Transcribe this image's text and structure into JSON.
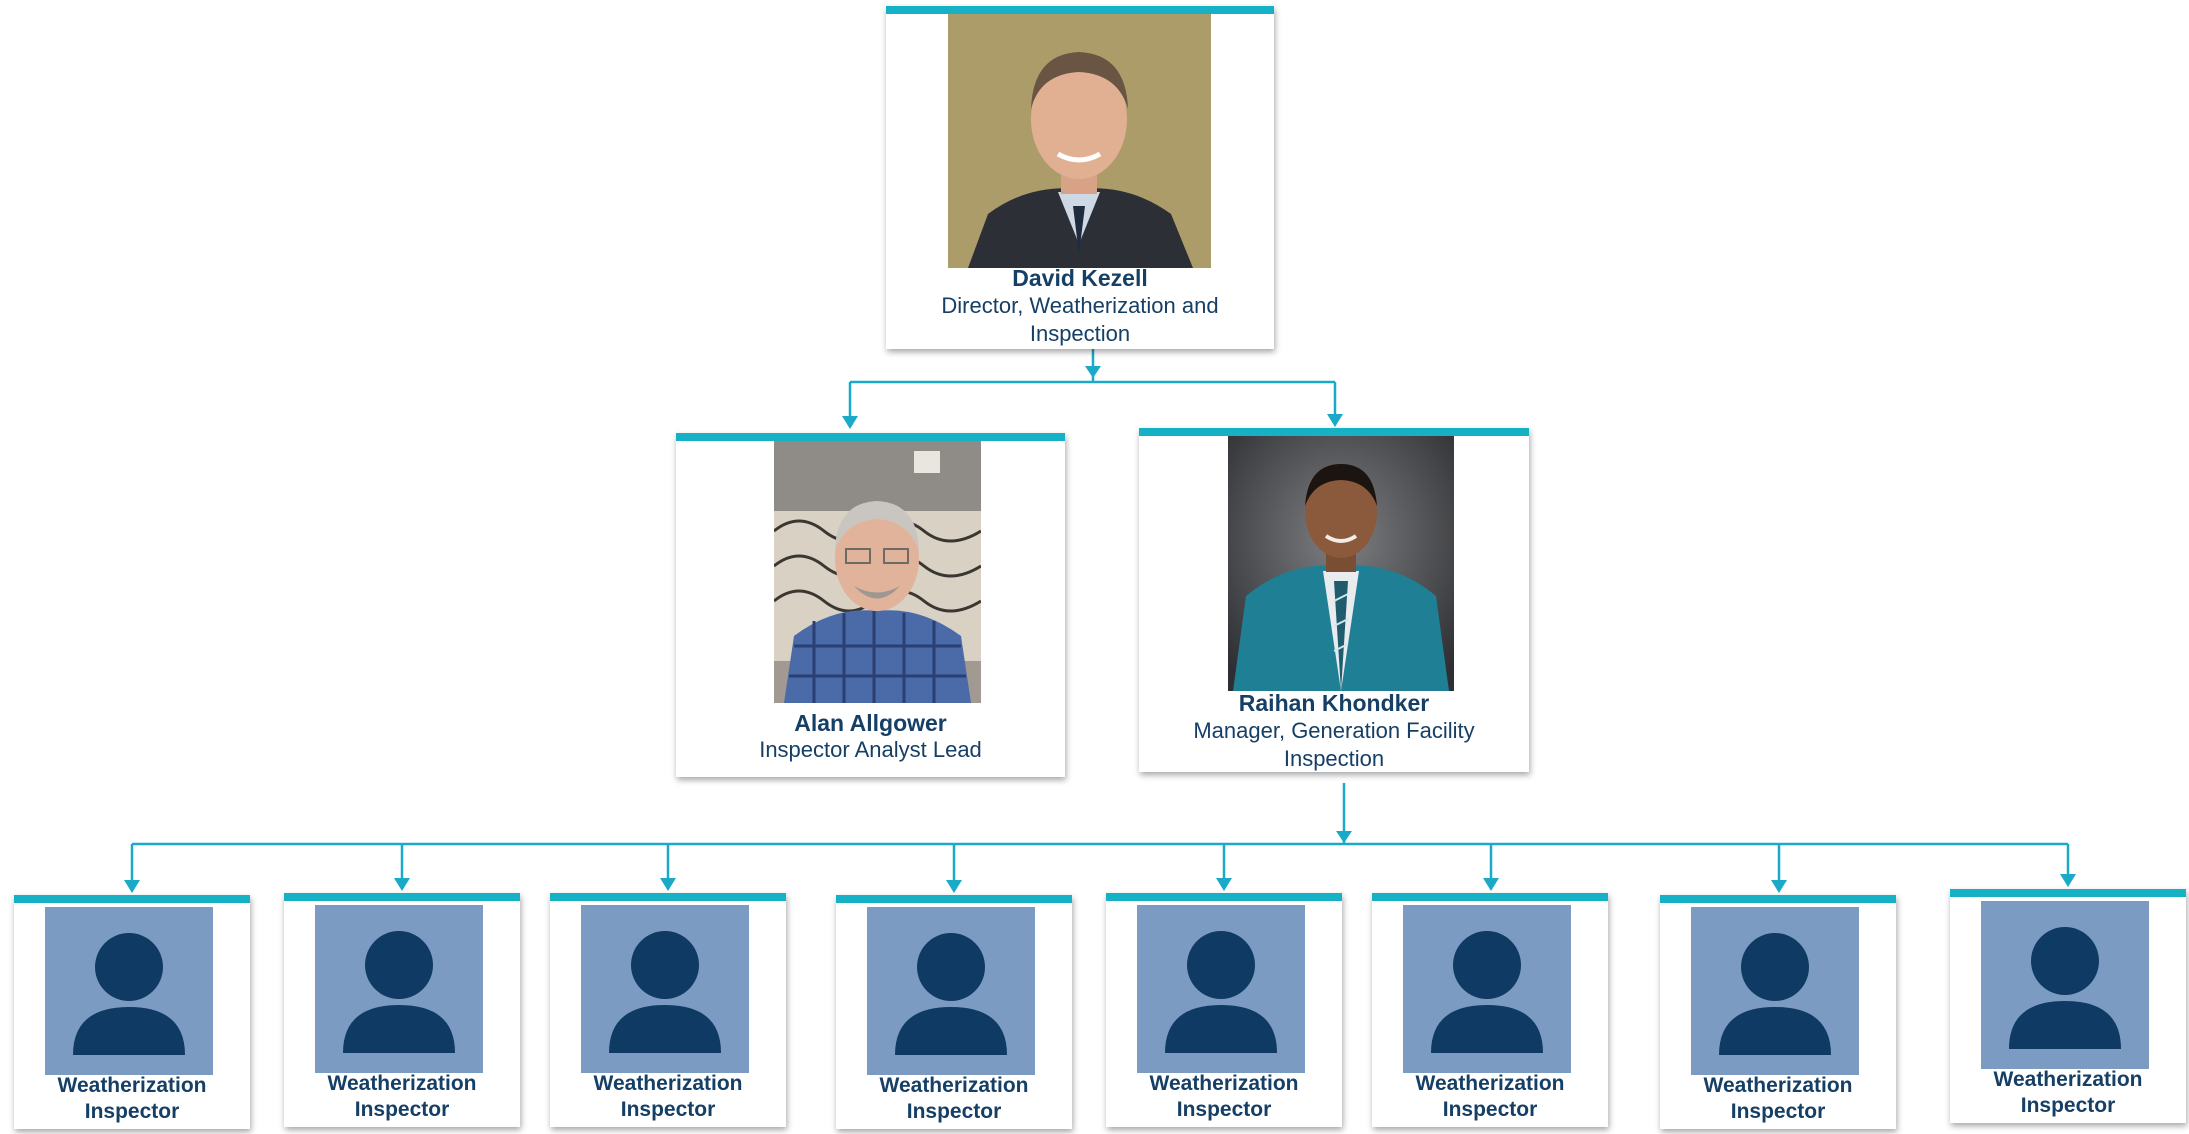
{
  "director": {
    "name": "David Kezell",
    "title": "Director, Weatherization and Inspection",
    "photo": "portrait-photo"
  },
  "reports": [
    {
      "name": "Alan Allgower",
      "title": "Inspector Analyst Lead",
      "photo": "portrait-photo"
    },
    {
      "name": "Raihan Khondker",
      "title": "Manager, Generation Facility Inspection",
      "photo": "portrait-photo"
    }
  ],
  "inspectors": [
    {
      "role": "Weatherization Inspector",
      "icon": "person-placeholder-icon"
    },
    {
      "role": "Weatherization Inspector",
      "icon": "person-placeholder-icon"
    },
    {
      "role": "Weatherization Inspector",
      "icon": "person-placeholder-icon"
    },
    {
      "role": "Weatherization Inspector",
      "icon": "person-placeholder-icon"
    },
    {
      "role": "Weatherization Inspector",
      "icon": "person-placeholder-icon"
    },
    {
      "role": "Weatherization Inspector",
      "icon": "person-placeholder-icon"
    },
    {
      "role": "Weatherization Inspector",
      "icon": "person-placeholder-icon"
    },
    {
      "role": "Weatherization Inspector",
      "icon": "person-placeholder-icon"
    }
  ],
  "colors": {
    "accent": "#17b1c6",
    "connector": "#1aa9c7",
    "text": "#163f66",
    "placeholder_bg": "#7b9bc2",
    "placeholder_fg": "#0f3a63"
  }
}
